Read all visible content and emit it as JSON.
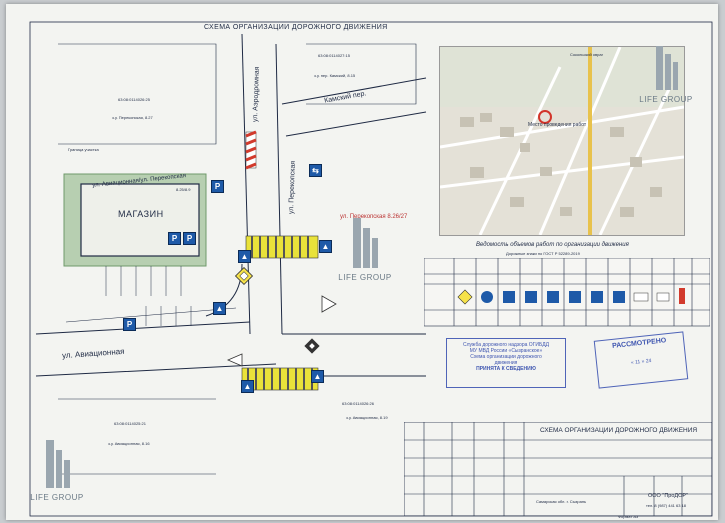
{
  "document": {
    "title": "СХЕМА ОРГАНИЗАЦИИ ДОРОЖНОГО ДВИЖЕНИЯ",
    "format_label": "Формат  А3"
  },
  "plan": {
    "streets": {
      "aerodromnaya": "ул. Аэродромная",
      "kamsky": "Камский пер.",
      "perekopskaya": "ул. Перекопская",
      "aviatsionnaya": "ул. Авиационная"
    },
    "addresses": {
      "kamsky_8": "з.у. пер. Камский, 8.15",
      "perekopskaya_27": "з.у. Перекопская, 8.27",
      "aviatsionnaya_16": "з.у. Авиационная, 8.16",
      "aviatsionnaya_19": "з.у. Авиационная, 8.19",
      "perekopskaya_26": "ул. Перекопская 8.26/27"
    },
    "cadastre": {
      "c1": "63:08:0114027:15",
      "c2": "63:08:0114026:25",
      "c3": "63:08:0114025:21",
      "c4": "63:08:0114026:26"
    },
    "building": {
      "name": "МАГАЗИН",
      "address_label": "ул. Авиационная/ул. Перекопская",
      "number": "8.25/8.9"
    },
    "boundary_label": "Граница участка",
    "map_labels": {
      "top": "Сокольский овраг",
      "place": "Место проведения работ"
    }
  },
  "works_table": {
    "title": "Ведомость объемов работ по организации движения",
    "subtitle": "Дорожные знаки по ГОСТ Р 52289-2019"
  },
  "stamps": {
    "police": {
      "lines": [
        "Служба дорожного надзора ОГИБДД",
        "МУ МВД России «Сызранское»",
        "Схема организации дорожного",
        "движения",
        "ПРИНЯТА К СВЕДЕНИЮ"
      ]
    },
    "review": {
      "title": "РАССМОТРЕНО",
      "date": "« 11 »  24"
    }
  },
  "title_block": {
    "heading": "СХЕМА ОРГАНИЗАЦИИ ДОРОЖНОГО ДВИЖЕНИЯ",
    "project": "Самарская обл. г. Сызрань",
    "company": "ООО \"ПроДОР\"",
    "phone": "тел. 8 (987) 441 63 18"
  },
  "watermark": {
    "brand": "LIFE GROUP"
  },
  "colors": {
    "sign_blue": "#1e5aa8",
    "crosswalk_yellow": "#e9e23a",
    "stamp_blue": "#3e55b0",
    "boundary_green": "#6f9a6a"
  }
}
